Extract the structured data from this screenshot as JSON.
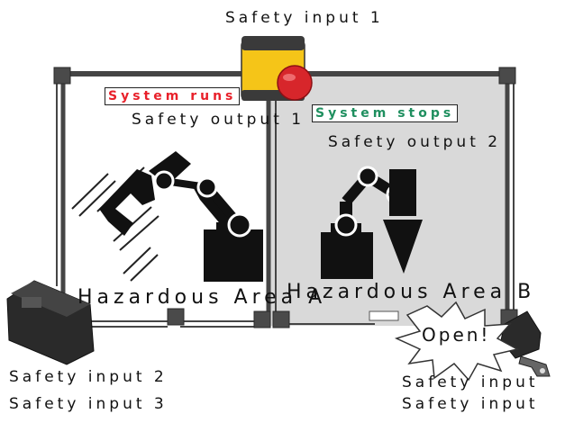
{
  "labels": {
    "safety_input_1": "Safety input 1",
    "safety_output_1": "Safety output 1",
    "safety_output_2": "Safety output 2",
    "safety_input_2": "Safety input 2",
    "safety_input_3": "Safety input 3",
    "safety_input_right_a": "Safety input",
    "safety_input_right_b": "Safety input",
    "area_a": "Hazardous Area A",
    "area_b": "Hazardous Area B",
    "open_burst": "Open!"
  },
  "status": {
    "runs": {
      "text": "System runs",
      "color": "#e8202a"
    },
    "stops": {
      "text": "System stops",
      "color": "#1f8f5f"
    }
  },
  "colors": {
    "frame": "#454545",
    "area_b_fill": "#d9d9d9",
    "estop_yellow": "#f5c518",
    "estop_red": "#d7262b",
    "device_body": "#2a2a2a"
  }
}
